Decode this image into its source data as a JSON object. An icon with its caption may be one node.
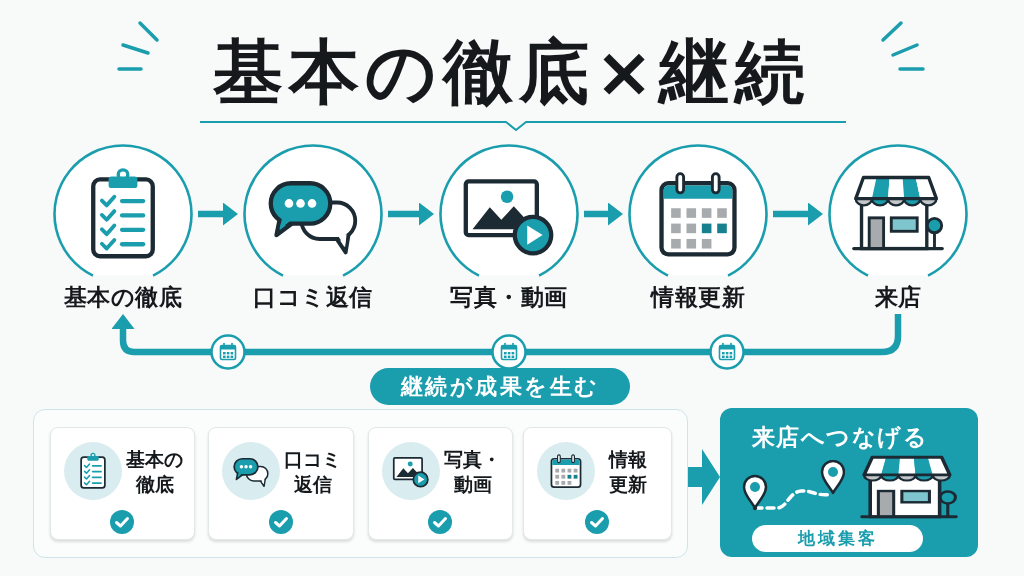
{
  "diagram": {
    "title": "基本の徹底×継続",
    "nodes": [
      {
        "text": [
          "基本の徹底"
        ]
      },
      {
        "text": [
          "口コミ返信"
        ]
      },
      {
        "text": [
          "写真・動画"
        ]
      },
      {
        "text": [
          "情報更新"
        ]
      },
      {
        "text": [
          "来店"
        ]
      },
      {
        "text": [
          "継続が成果を生む"
        ]
      },
      {
        "text": [],
        "shape": "box"
      },
      {
        "text": [
          "基本の徹底"
        ],
        "in": 6
      },
      {
        "text": [
          "口コミ返信"
        ],
        "in": 6
      },
      {
        "text": [
          "写真・動画"
        ],
        "in": 6
      },
      {
        "text": [
          "情報更新"
        ],
        "in": 6
      },
      {
        "text": [
          "来店へつなげる"
        ]
      },
      {
        "text": [
          "地域集客"
        ],
        "in": 11
      }
    ],
    "edges": [
      {
        "from": 0,
        "to": 1,
        "arrow": "to"
      },
      {
        "from": 1,
        "to": 2,
        "arrow": "to"
      },
      {
        "from": 2,
        "to": 3,
        "arrow": "to"
      },
      {
        "from": 3,
        "to": 4,
        "arrow": "to"
      },
      {
        "from": 4,
        "to": 0,
        "arrow": "to"
      },
      {
        "from": 6,
        "to": 11,
        "arrow": "to",
        "style": "thick"
      }
    ]
  }
}
